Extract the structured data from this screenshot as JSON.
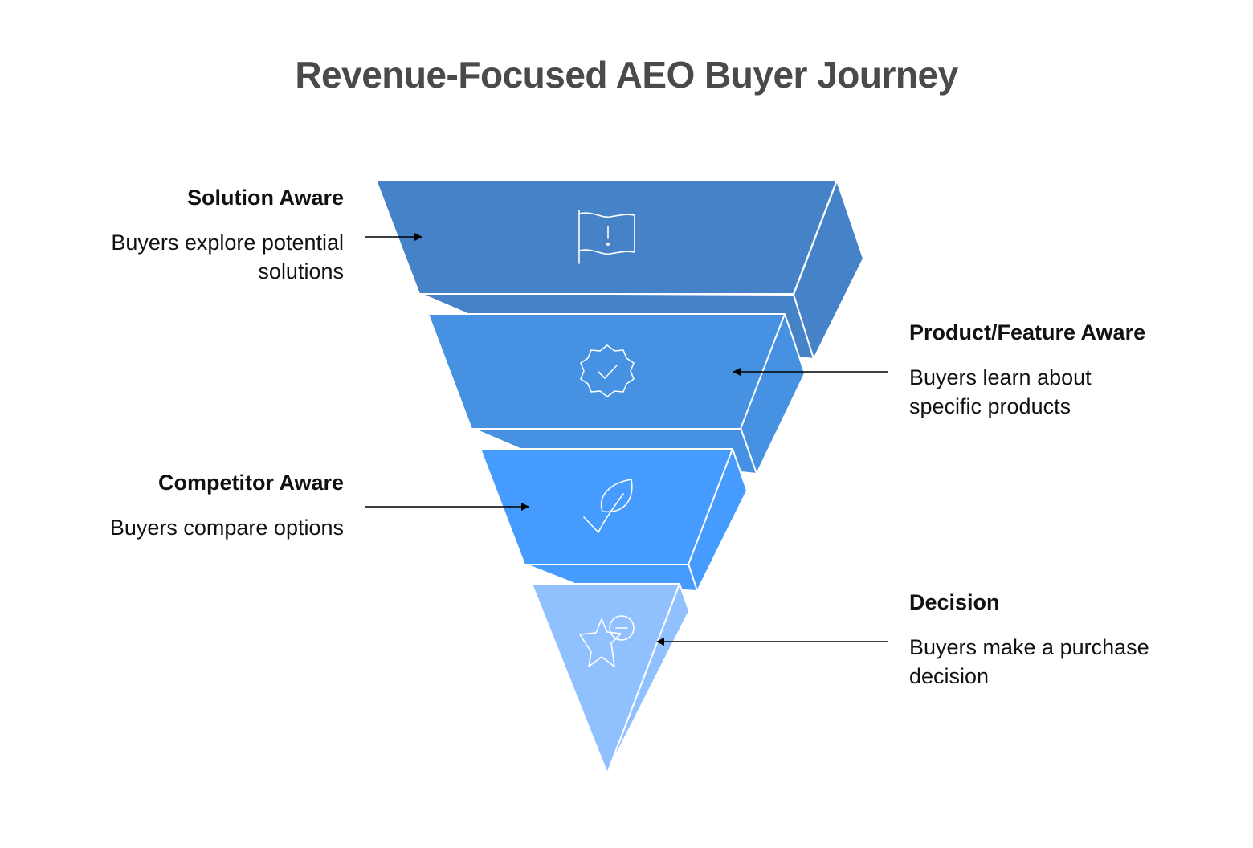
{
  "title": "Revenue-Focused AEO Buyer Journey",
  "stages": [
    {
      "heading": "Solution Aware",
      "description": "Buyers explore potential solutions",
      "icon": "flag-exclamation-icon",
      "color": "#4682c8"
    },
    {
      "heading": "Product/Feature Aware",
      "description": "Buyers learn about specific products",
      "icon": "badge-check-icon",
      "color": "#4691e1"
    },
    {
      "heading": "Competitor Aware",
      "description": "Buyers compare options",
      "icon": "leaf-check-icon",
      "color": "#469bff"
    },
    {
      "heading": "Decision",
      "description": "Buyers make a purchase decision",
      "icon": "star-minus-icon",
      "color": "#91c0ff"
    }
  ]
}
